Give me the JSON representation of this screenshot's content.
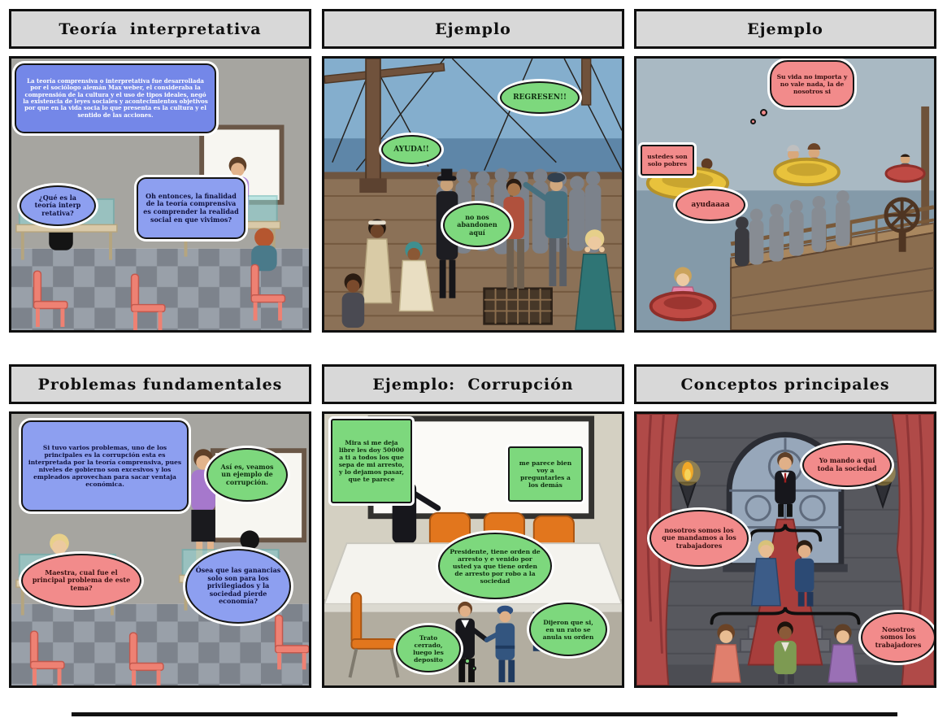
{
  "page": {
    "background": "#ffffff"
  },
  "colors": {
    "title_background": "#d8d8d8",
    "panel_border": "#101010",
    "bubble_blue": "#8d9ff0",
    "bubble_blue_deep": "#7487e8",
    "bubble_green": "#7dd87d",
    "bubble_pink": "#f28b8b"
  },
  "panels": [
    {
      "title": "Teoría  interpretativa",
      "bubbles": [
        {
          "shape": "rounded",
          "color": "blue",
          "text": "La teoría comprensiva o interpretativa fue desarrollada por el sociólogo alemán Max weber, el consideraba la comprensión de la cultura y el uso de tipos ideales, negó la existencia de leyes sociales y acontecimientos objetivos por que en la vida socia lo que presenta es la cultura y el sentido de las acciones."
        },
        {
          "shape": "ellipse",
          "color": "blue",
          "text": "¿Qué es la teoría interp retativa?"
        },
        {
          "shape": "rounded",
          "color": "blue",
          "text": "Oh entonces, la finalidad de la teoría comprensiva es comprender la realidad social en que vivimos?"
        }
      ]
    },
    {
      "title": "Ejemplo",
      "bubbles": [
        {
          "shape": "ellipse",
          "color": "green",
          "text": "AYUDA!!"
        },
        {
          "shape": "ellipse",
          "color": "green",
          "text": "REGRESEN!!"
        },
        {
          "shape": "ellipse",
          "color": "green",
          "text": "no nos abandonen aquí"
        }
      ]
    },
    {
      "title": "Ejemplo",
      "bubbles": [
        {
          "shape": "thought",
          "color": "pink",
          "text": "Su vida no importa y no vale nada, la de nosotros si"
        },
        {
          "shape": "rect",
          "color": "pink",
          "text": "ustedes son solo  pobres"
        },
        {
          "shape": "ellipse",
          "color": "pink",
          "text": "ayudaaaa"
        }
      ]
    },
    {
      "title": "Problemas fundamentales",
      "bubbles": [
        {
          "shape": "rounded",
          "color": "blue",
          "text": "Si tuvo varios problemas, uno de los principales es la corrupción esta es interpretada por la teoría comprensiva, pues niveles de gobierno son excesivos y los empleados aprovechan para sacar ventaja económica."
        },
        {
          "shape": "ellipse",
          "color": "green",
          "text": "Así es, veamos un ejemplo de corrupción."
        },
        {
          "shape": "ellipse",
          "color": "pink",
          "text": "Maestra, cual fue el principal problema de este tema?"
        },
        {
          "shape": "ellipse",
          "color": "blue",
          "text": "Ósea que las ganancias solo son para los privilegiados y la sociedad pierde economía?"
        }
      ]
    },
    {
      "title": "Ejemplo:  Corrupción",
      "bubbles": [
        {
          "shape": "rect",
          "color": "green",
          "text": "Mira si me deja libre  les doy 50000 a ti a todos los que sepa de mi arresto, y lo dejamos pasar, que te parece"
        },
        {
          "shape": "rect",
          "color": "green",
          "text": "me parece bien voy a preguntarles a los demás"
        },
        {
          "shape": "ellipse",
          "color": "green",
          "text": "Presidente, tiene orden de arresto y e venido por usted ya que tiene orden de arresto por robo a la sociedad"
        },
        {
          "shape": "ellipse",
          "color": "green",
          "text": "Dijeron que si, en un rato se anula su orden"
        },
        {
          "shape": "ellipse",
          "color": "green",
          "text": "Trato cerrado, luego les deposito"
        }
      ]
    },
    {
      "title": "Conceptos principales",
      "bubbles": [
        {
          "shape": "ellipse",
          "color": "pink",
          "text": "Yo mando a  qui toda la sociedad"
        },
        {
          "shape": "ellipse",
          "color": "pink",
          "text": "nosotros  somos los que mandamos a los trabajadores"
        },
        {
          "shape": "ellipse",
          "color": "pink",
          "text": "Nosotros somos los trabajadores"
        }
      ]
    }
  ]
}
